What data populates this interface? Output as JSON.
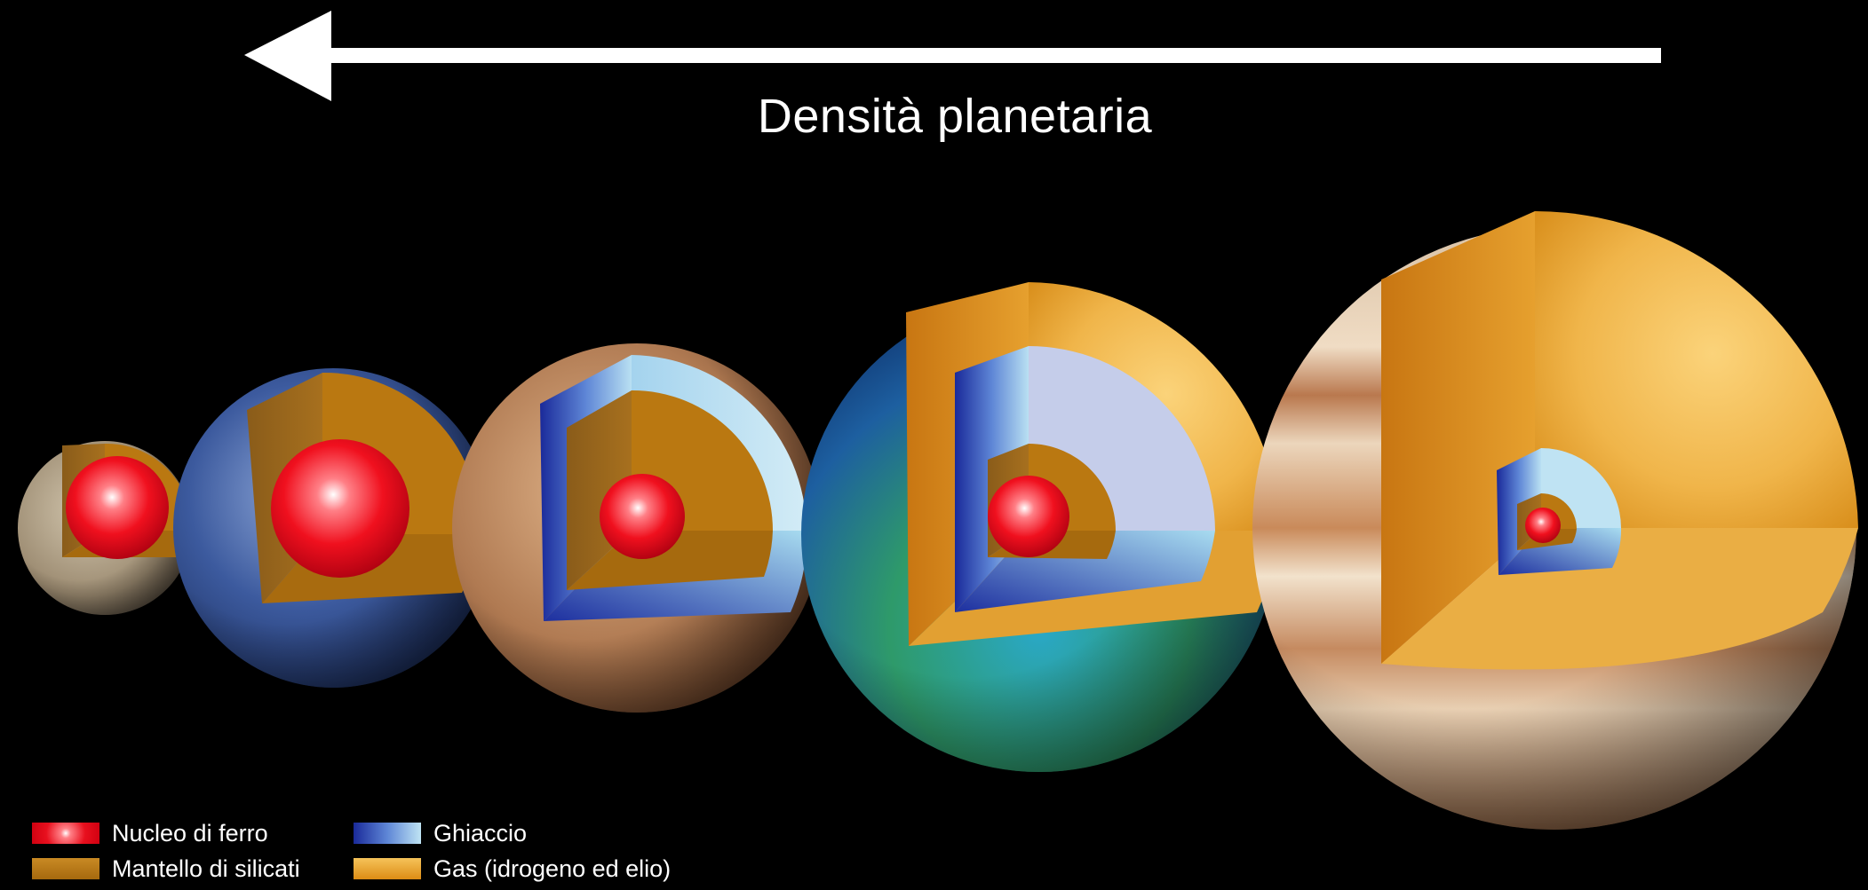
{
  "caption": "Densità planetaria",
  "arrow": {
    "direction": "left",
    "color": "#ffffff"
  },
  "planets": [
    {
      "id": "planet-1",
      "layers": [
        "iron-core",
        "silicate-mantle"
      ]
    },
    {
      "id": "planet-2",
      "layers": [
        "iron-core",
        "silicate-mantle"
      ]
    },
    {
      "id": "planet-3",
      "layers": [
        "iron-core",
        "silicate-mantle",
        "ice"
      ]
    },
    {
      "id": "planet-4",
      "layers": [
        "iron-core",
        "silicate-mantle",
        "ice",
        "gas"
      ]
    },
    {
      "id": "planet-5",
      "layers": [
        "iron-core",
        "silicate-mantle",
        "ice",
        "gas"
      ]
    }
  ],
  "legend": [
    {
      "label": "Nucleo di ferro",
      "color": "#e8101e"
    },
    {
      "label": "Mantello di silicati",
      "color": "#b8740f"
    },
    {
      "label": "Ghiaccio",
      "color": "#5f8fd8"
    },
    {
      "label": "Gas (idrogeno ed elio)",
      "color": "#e6a21c"
    }
  ],
  "colors": {
    "background": "#000000",
    "text": "#ffffff"
  }
}
